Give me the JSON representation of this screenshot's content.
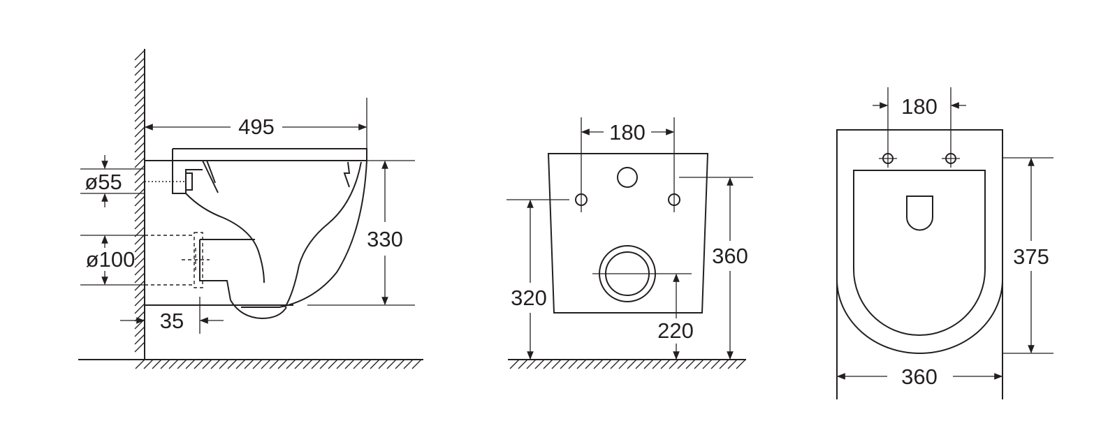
{
  "side_view": {
    "depth": "495",
    "inlet_diameter": "ø55",
    "outlet_diameter": "ø100",
    "outlet_offset": "35",
    "bowl_height": "330"
  },
  "rear_view": {
    "hole_spacing": "180",
    "hole_height": "320",
    "outlet_height": "220",
    "total_height": "360"
  },
  "top_view": {
    "hole_spacing": "180",
    "length": "375",
    "width": "360"
  }
}
